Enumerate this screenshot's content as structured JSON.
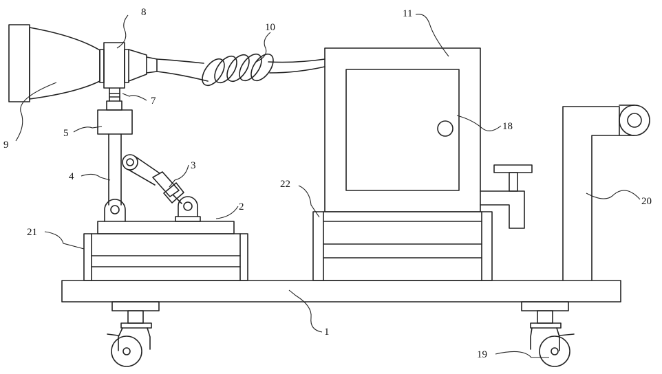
{
  "labels": {
    "n1": "1",
    "n2": "2",
    "n3": "3",
    "n4": "4",
    "n5": "5",
    "n7": "7",
    "n8": "8",
    "n9": "9",
    "n10": "10",
    "n11": "11",
    "n18": "18",
    "n19": "19",
    "n20": "20",
    "n21": "21",
    "n22": "22"
  }
}
